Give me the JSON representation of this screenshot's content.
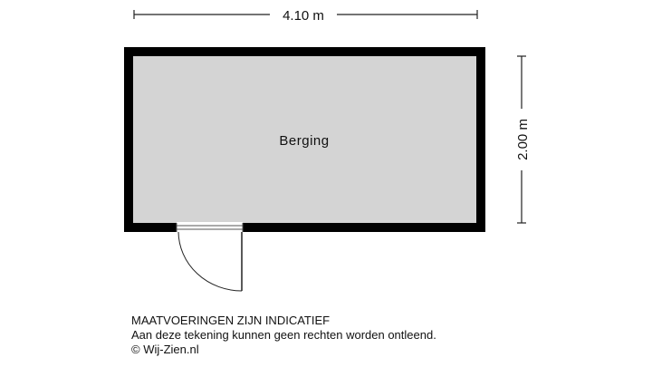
{
  "dimensions": {
    "width_label": "4.10 m",
    "height_label": "2.00 m"
  },
  "room": {
    "name": "Berging"
  },
  "disclaimer": {
    "line1": "MAATVOERINGEN ZIJN INDICATIEF",
    "line2": "Aan deze tekening kunnen geen rechten worden ontleend.",
    "line3": "© Wij-Zien.nl"
  },
  "colors": {
    "wall": "#000000",
    "floor": "#d4d4d4",
    "line": "#222222",
    "background": "#ffffff"
  }
}
